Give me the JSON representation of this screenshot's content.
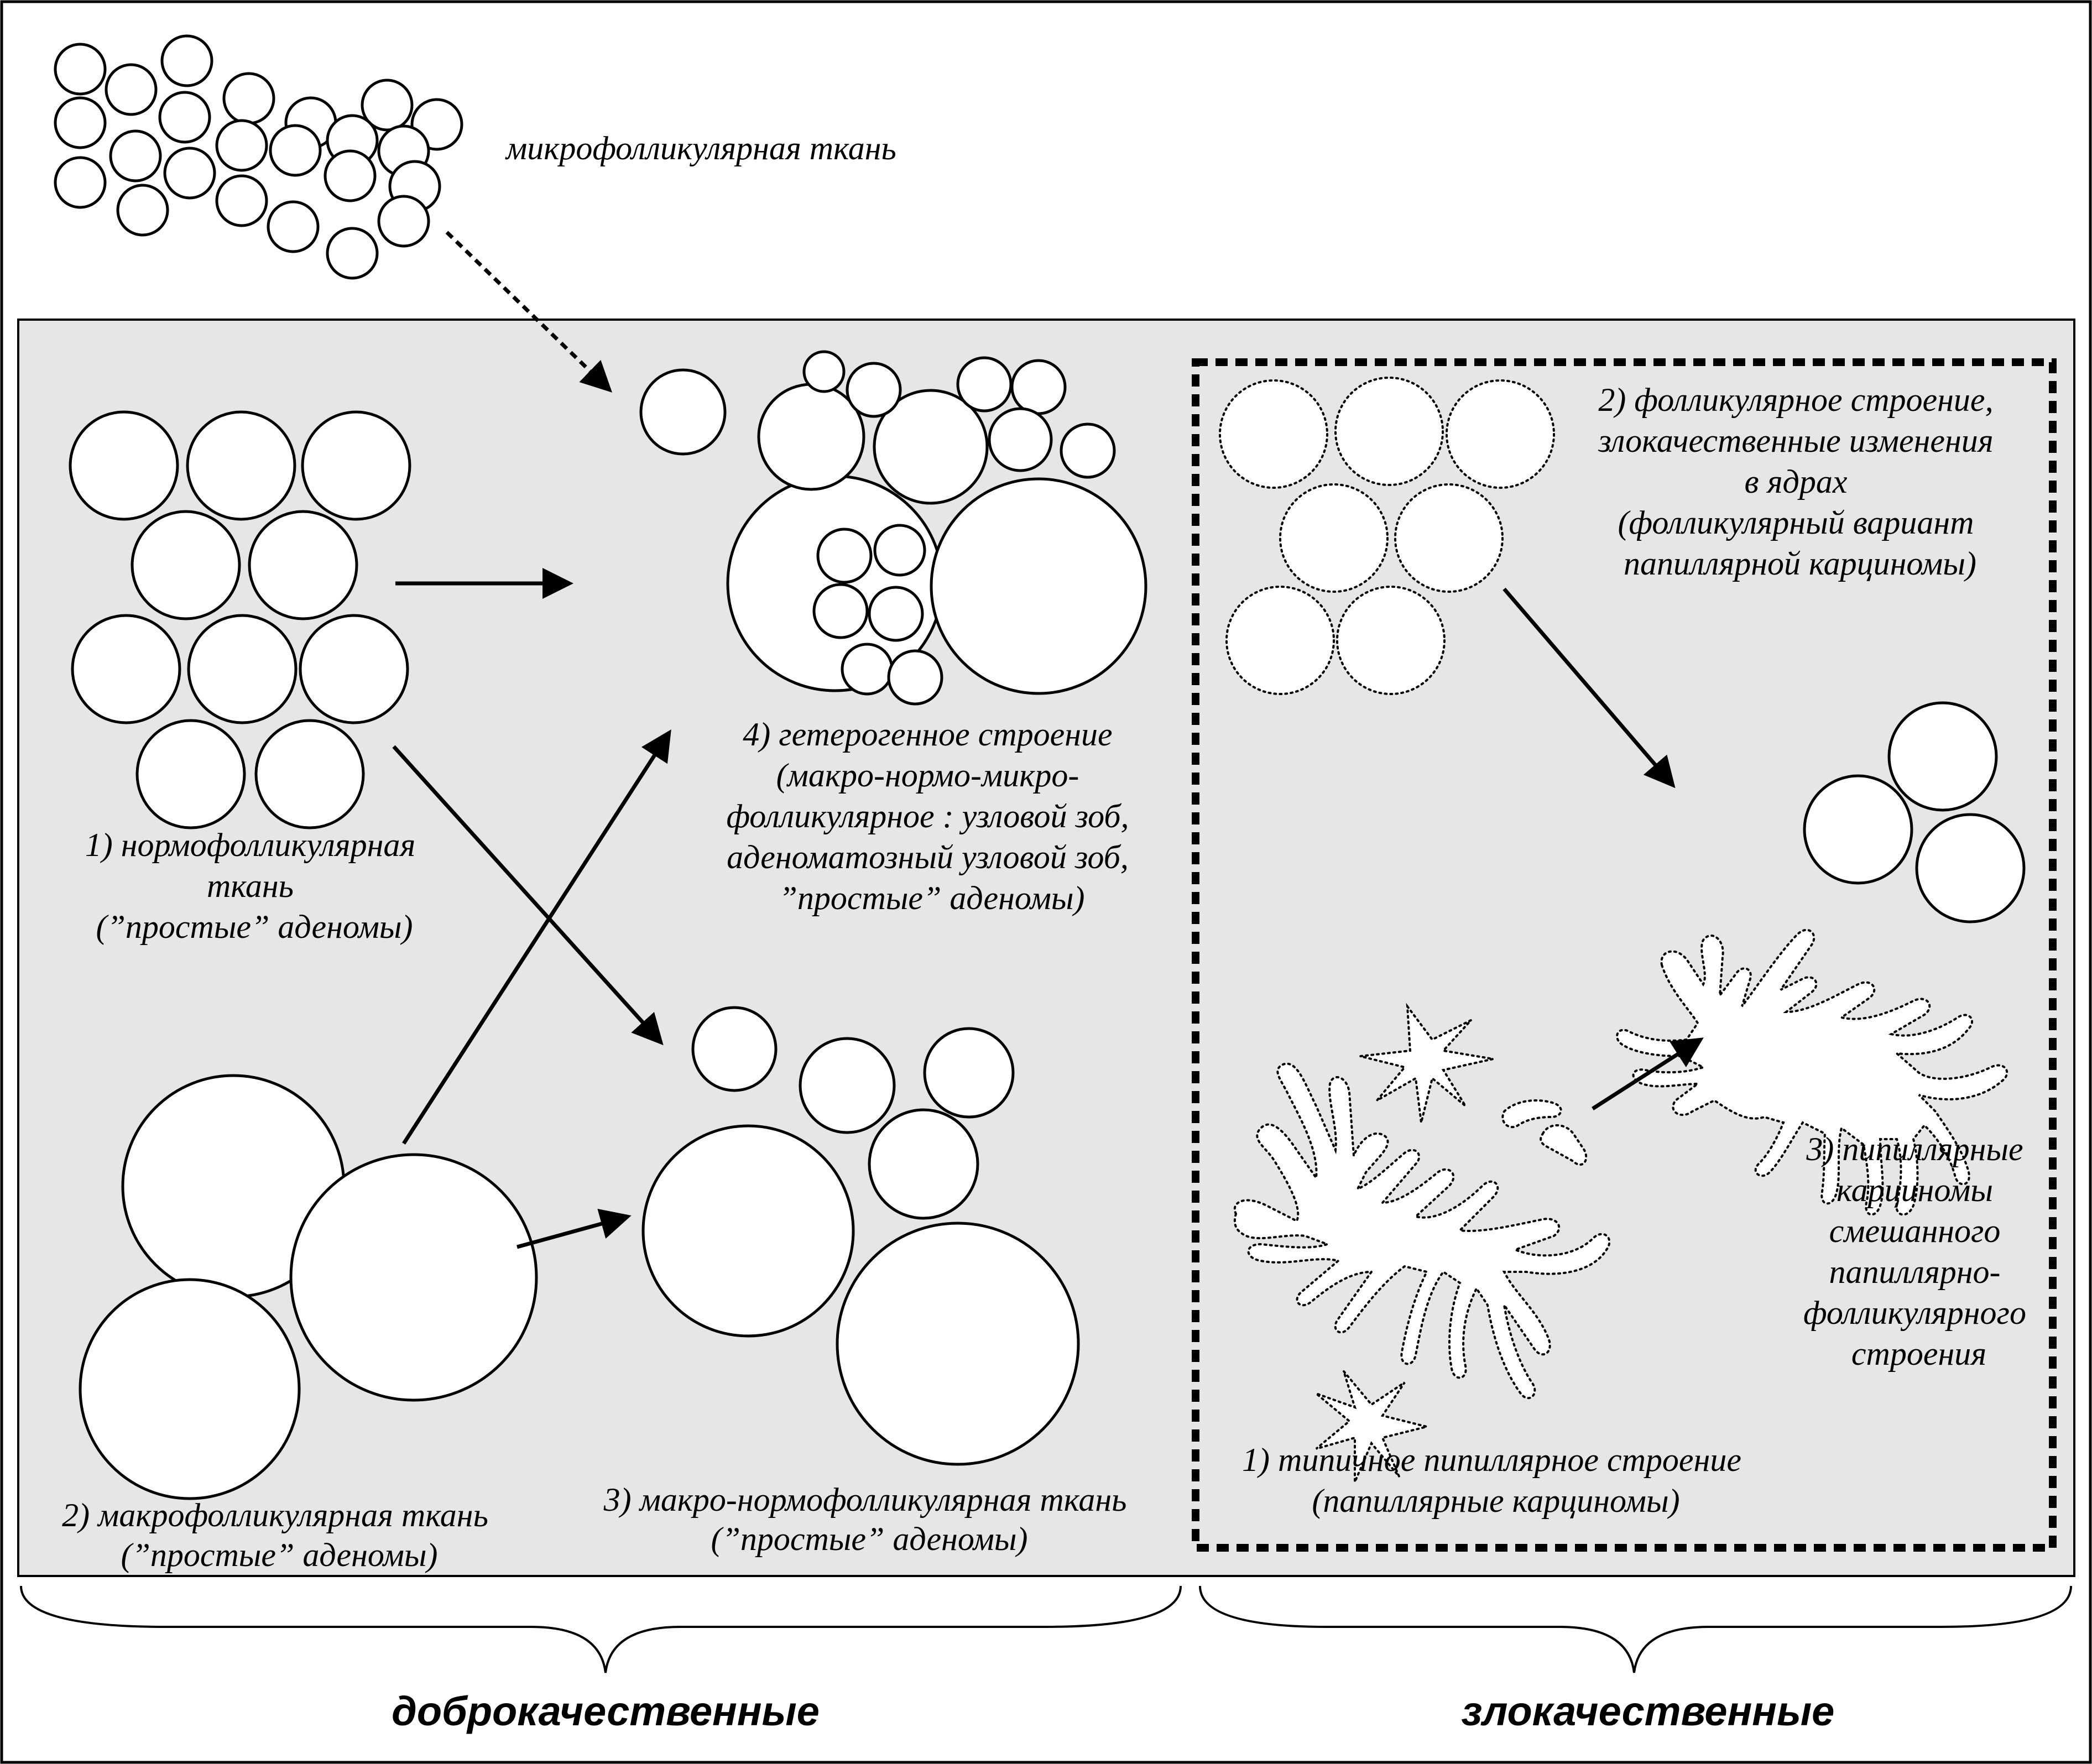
{
  "labels": {
    "micro": "микрофолликулярная ткань",
    "normo": [
      "1) нормофолликулярная",
      "ткань",
      "(”простые” аденомы)"
    ],
    "macro": [
      "2) макрофолликулярная ткань",
      "(”простые” аденомы)"
    ],
    "macro_normo": [
      "3) макро-нормофолликулярная ткань",
      "(”простые” аденомы)"
    ],
    "hetero": [
      "4) гетерогенное строение",
      "(макро-нормо-микро-",
      "фолликулярное : узловой зоб,",
      "аденоматозный узловой зоб,",
      "”простые” аденомы)"
    ],
    "follicular_malignant": [
      "2) фолликулярное строение,",
      "злокачественные изменения",
      "в ядрах",
      "(фолликулярный вариант",
      "папиллярной карциномы)"
    ],
    "papillary_mixed": [
      "3) пипиллярные",
      "карциномы",
      "смешанного",
      "папиллярно-",
      "фолликулярного",
      "строения"
    ],
    "papillary_typical": [
      "1) типичное пипиллярное строение",
      "(папиллярные карциномы)"
    ]
  },
  "categories": {
    "benign": "доброкачественные",
    "malignant": "злокачественные"
  },
  "colors": {
    "panel_fill": "#e6e6e6",
    "stroke": "#000000",
    "cell_fill": "#ffffff"
  }
}
